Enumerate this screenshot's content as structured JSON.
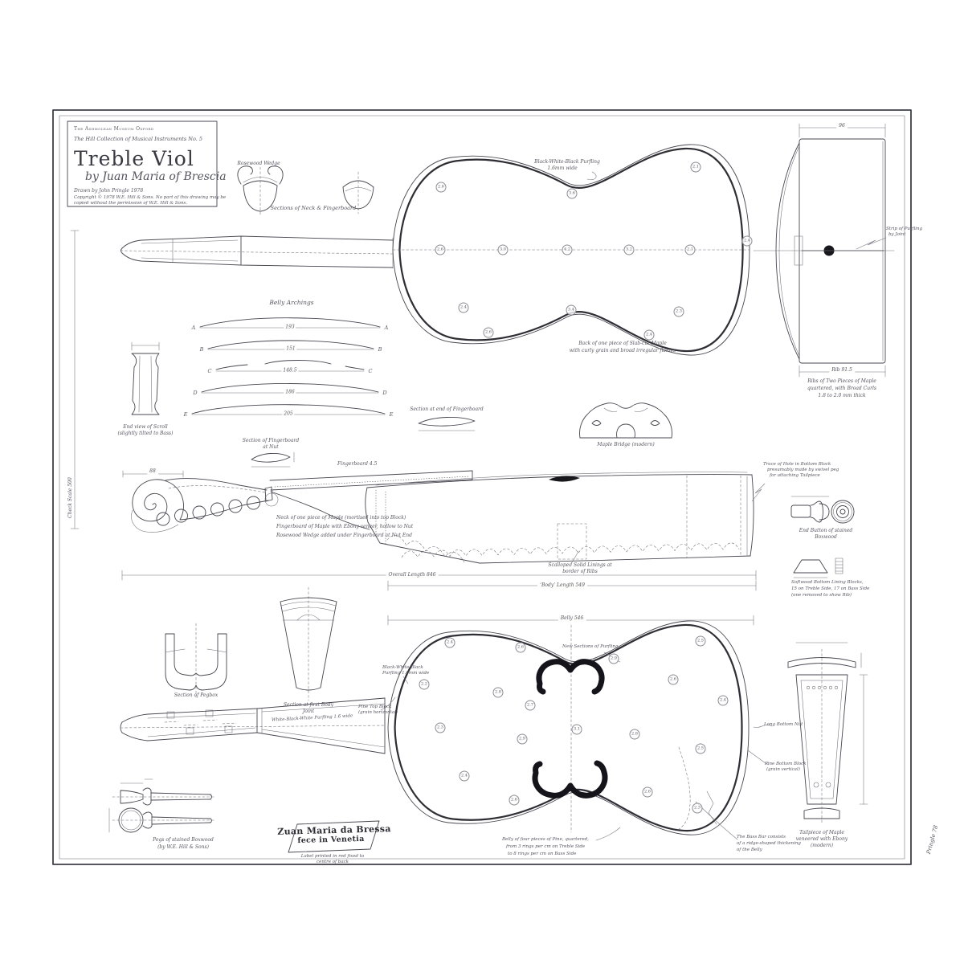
{
  "sheet": {
    "title_block": {
      "header1": "The Ashmolean Museum Oxford",
      "header2": "The Hill Collection of Musical Instruments No. 5",
      "title": "Treble Viol",
      "subtitle": "by Juan Maria of Brescia",
      "drawn_by": "Drawn by John Pringle 1978",
      "copyright_line1": "Copyright © 1978 W.E. Hill & Sons.  No part of this drawing may be",
      "copyright_line2": "copied without the permission of W.E. Hill & Sons."
    },
    "signature": "Pringle 78",
    "check_scale": "Check Scale 500"
  },
  "top_section": {
    "rosewood_wedge": "Rosewood Wedge",
    "neck_sections_caption": "Sections of Neck & Fingerboard",
    "back_purfling_note_1": "Black-White-Black Purfling",
    "back_purfling_note_2": "1.6mm wide",
    "back_wood_note_1": "Back of one piece of Slab-cut Maple",
    "back_wood_note_2": "with curly grain and broad irregular flames",
    "rib_dim_top": "96",
    "rib_dim_bottom": "Rib 91.5",
    "rib_caption_1": "Ribs of Two Pieces of Maple",
    "rib_caption_2": "quartered, with Broad Curls",
    "rib_caption_3": "1.8 to 2.0 mm thick",
    "rib_purfling_note_1": "Strip of Purfling",
    "rib_purfling_note_2": "by Joint",
    "back_thickness_marks": [
      "2.6",
      "3.6",
      "2.1",
      "2.6",
      "3.0",
      "4.2",
      "3.2",
      "2.1",
      "2.4",
      "2.4",
      "3.4",
      "2.3",
      "2.6",
      "2.4"
    ]
  },
  "archings": {
    "title": "Belly Archings",
    "rows": [
      {
        "letter": "A",
        "value": "193"
      },
      {
        "letter": "B",
        "value": "151"
      },
      {
        "letter": "C",
        "value": "148.5"
      },
      {
        "letter": "D",
        "value": "186"
      },
      {
        "letter": "E",
        "value": "205"
      }
    ]
  },
  "scroll_views": {
    "end_view_caption_1": "End view of Scroll",
    "end_view_caption_2": "(slightly tilted to Bass)",
    "scroll_width_dim": "88",
    "pegbox_section_caption": "Section of Pegbox"
  },
  "middle_section": {
    "fb_nut_section_caption_1": "Section of Fingerboard",
    "fb_nut_section_caption_2": "at Nut",
    "fingerboard_dim": "Fingerboard 4.5",
    "neck_note": "Neck of one piece of Maple (mortised into top Block)",
    "fingerboard_note": "Fingerboard of Maple with Ebony veneer, hollow to Nut",
    "wedge_note": "Rosewood Wedge added under Fingerboard at Nut End",
    "fb_end_section_caption": "Section at end of Fingerboard",
    "bridge_caption": "Maple Bridge (modern)",
    "linings_note_1": "Scalloped Solid Linings at",
    "linings_note_2": "border of Ribs",
    "overall_length": "Overall Length 846",
    "body_length": "‘Body’ Length 549",
    "tailpiece_hole_note_1": "Trace of Hole in Bottom Block",
    "tailpiece_hole_note_2": "presumably made by swivel peg",
    "tailpiece_hole_note_3": "for attaching Tailpiece",
    "end_button_caption_1": "End Button of stained",
    "end_button_caption_2": "Boxwood",
    "lining_blocks_note_1": "Softwood Bottom Lining Blocks,",
    "lining_blocks_note_2": "15 on Treble Side, 17 on Bass Side",
    "lining_blocks_note_3": "(one removed to show Rib)"
  },
  "bottom_section": {
    "body_joint_section_caption_1": "Section at first Body",
    "body_joint_section_caption_2": "Joint",
    "neck_purfling_note": "White-Black-White Purfling 1.6 wide",
    "top_block_note_1": "Pine Top Block",
    "top_block_note_2": "(grain horizontal)",
    "belly_purfling_note_1": "Black-White-Black",
    "belly_purfling_note_2": "Purfling 1.6mm wide",
    "new_purfling_note": "New Sections of Purfling",
    "belly_width_dim": "Belly 546",
    "label_line1": "Zuan Maria da Bressa",
    "label_line2": "fece in Venetia",
    "label_note_1": "Label printed in red fixed to",
    "label_note_2": "centre of back",
    "belly_wood_note_1": "Belly of four pieces of Pine, quartered,",
    "belly_wood_note_2": "from 3 rings per cm on Treble Side",
    "belly_wood_note_3": "to 8 rings per cm on Bass Side",
    "bass_bar_note_1": "The Bass Bar consists",
    "bass_bar_note_2": "of a ridge-shaped thickening",
    "bass_bar_note_3": "of the Belly",
    "bottom_nut_note": "Long Bottom Nut",
    "bottom_block_note_1": "Pine Bottom Block",
    "bottom_block_note_2": "(grain vertical)",
    "tailpiece_caption_1": "Tailpiece of Maple",
    "tailpiece_caption_2": "veneered with Ebony",
    "tailpiece_caption_3": "(modern)",
    "pegs_caption_1": "Pegs of stained Boxwood",
    "pegs_caption_2": "(by W.E. Hill & Sons)",
    "belly_thickness_marks": [
      "2.4",
      "2.6",
      "2.5",
      "2.2",
      "2.8",
      "2.7",
      "2.9",
      "2.6",
      "2.4",
      "2.3",
      "2.9",
      "3.1",
      "2.8",
      "2.5",
      "2.4",
      "2.6",
      "2.6",
      "2.3"
    ]
  }
}
